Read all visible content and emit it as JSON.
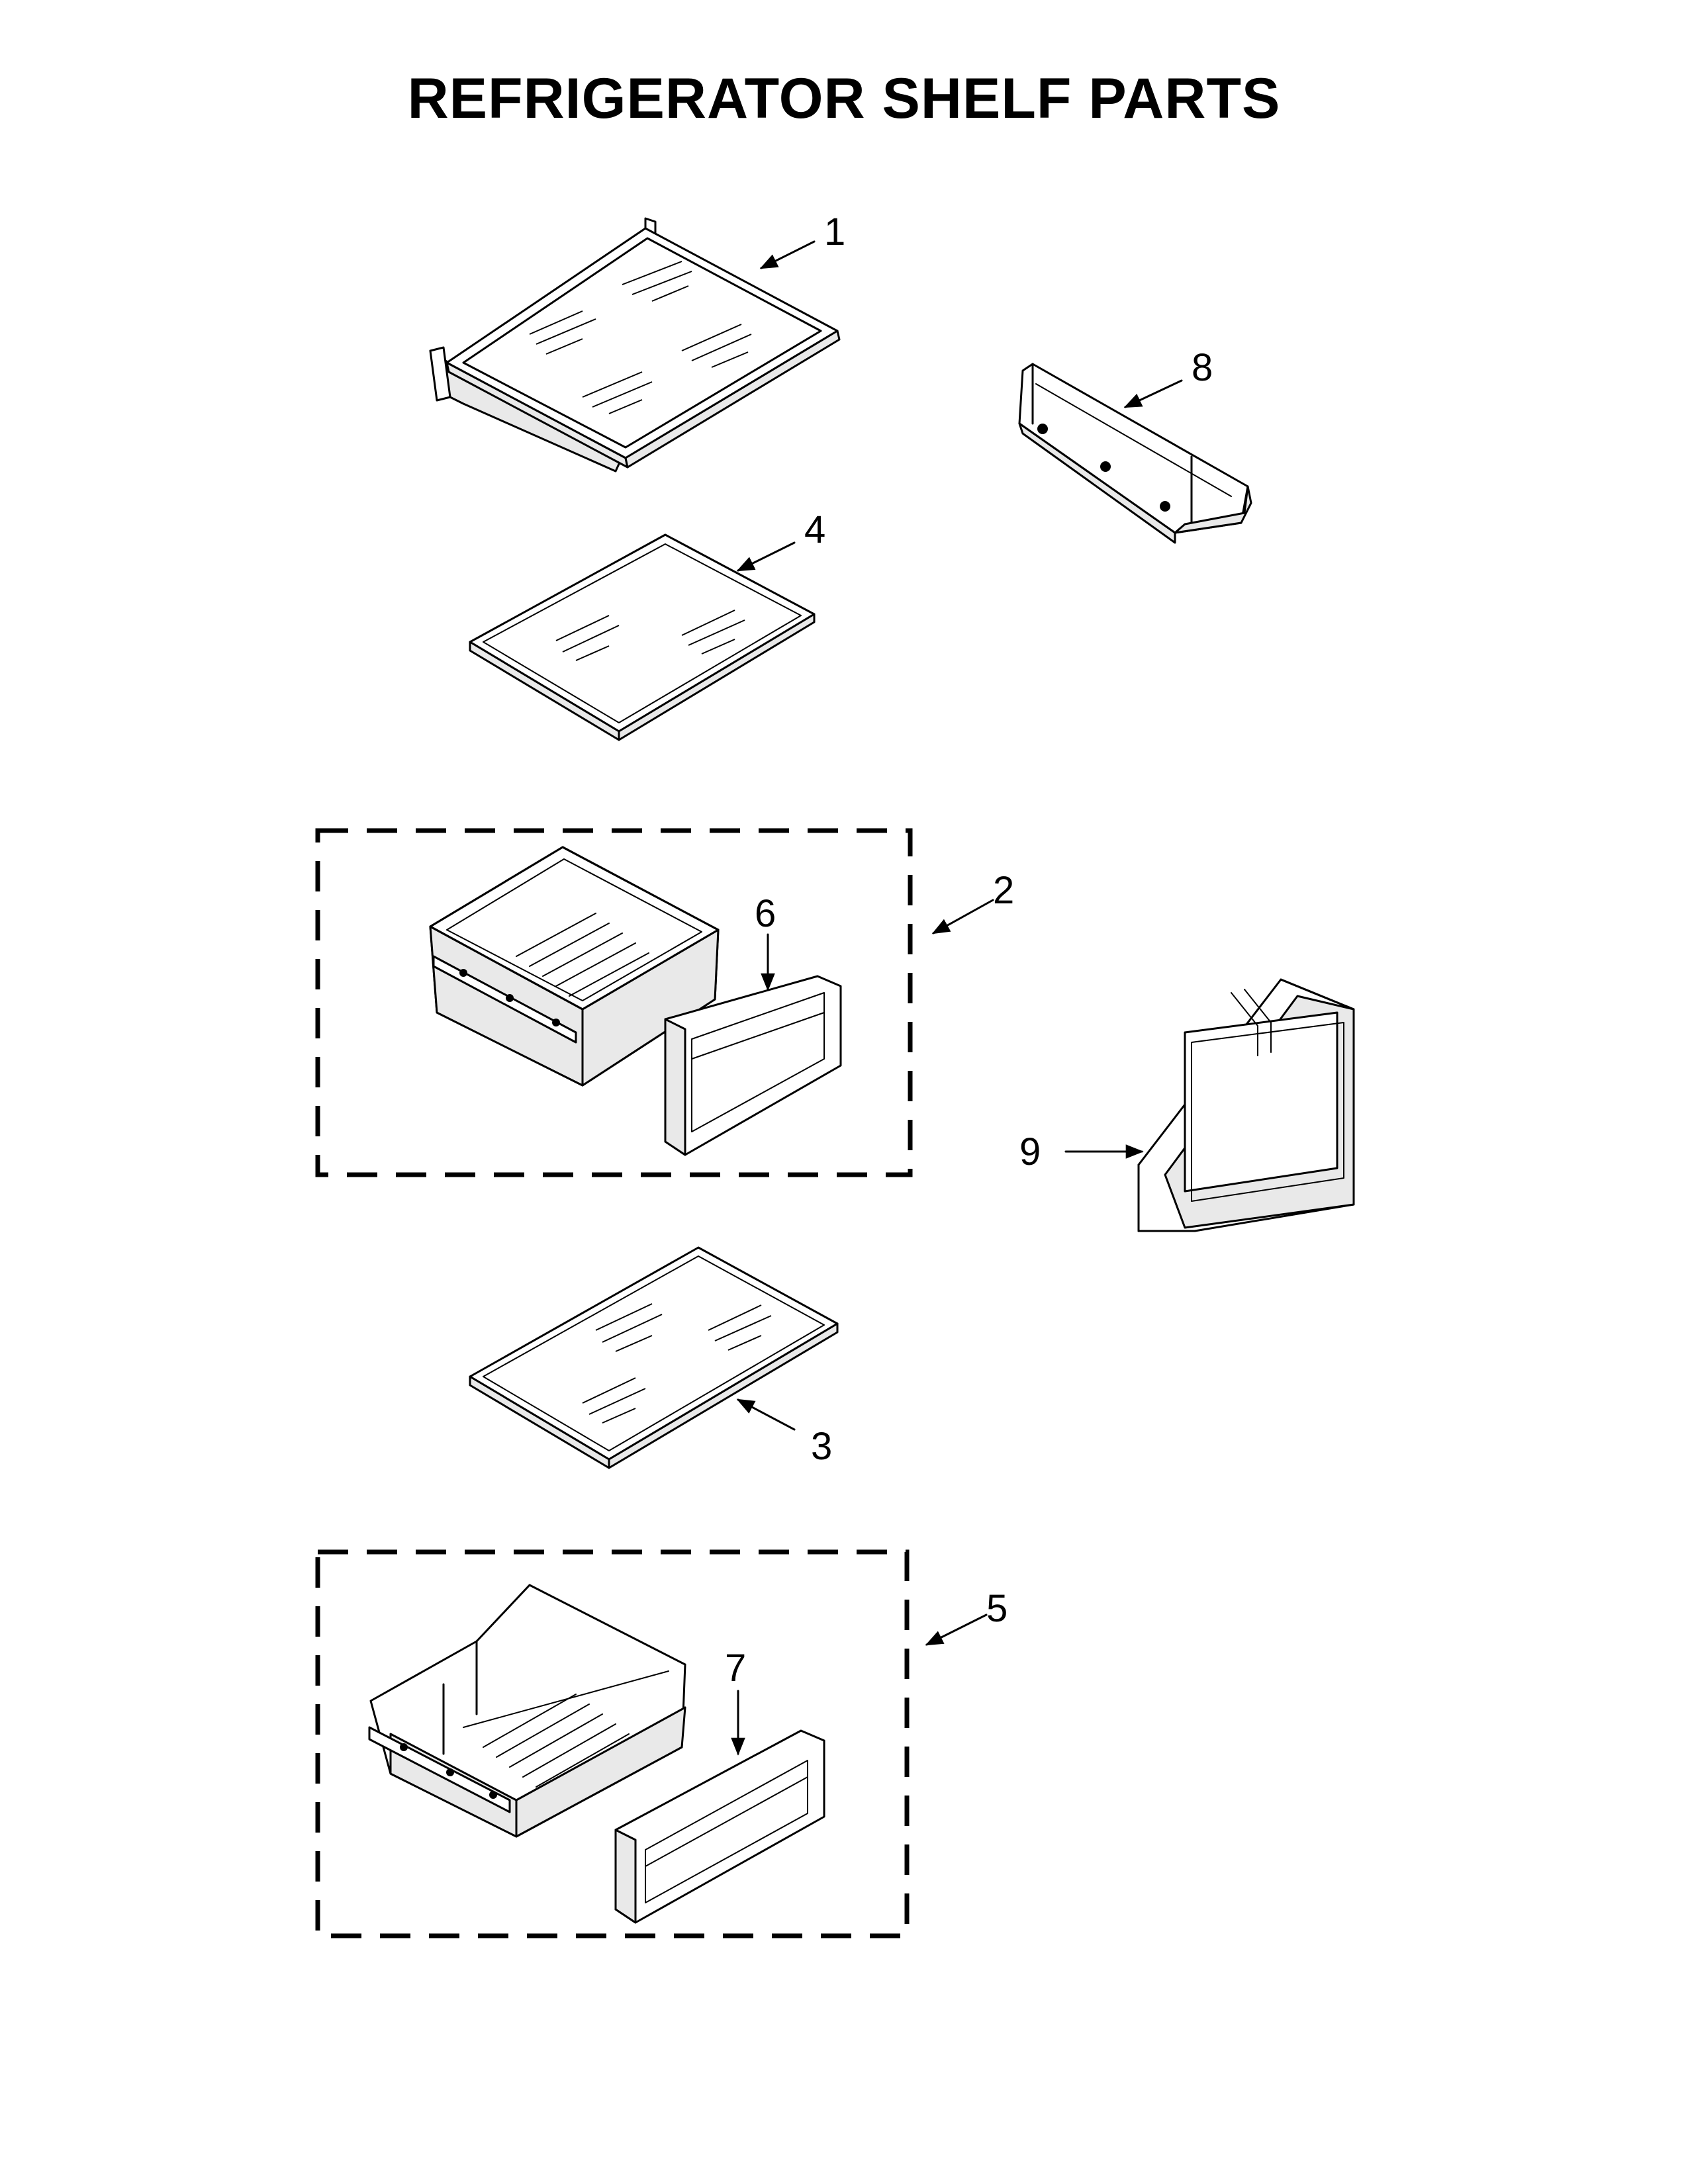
{
  "title": "REFRIGERATOR SHELF PARTS",
  "callouts": {
    "p1": "1",
    "p2": "2",
    "p3": "3",
    "p4": "4",
    "p5": "5",
    "p6": "6",
    "p7": "7",
    "p8": "8",
    "p9": "9"
  }
}
